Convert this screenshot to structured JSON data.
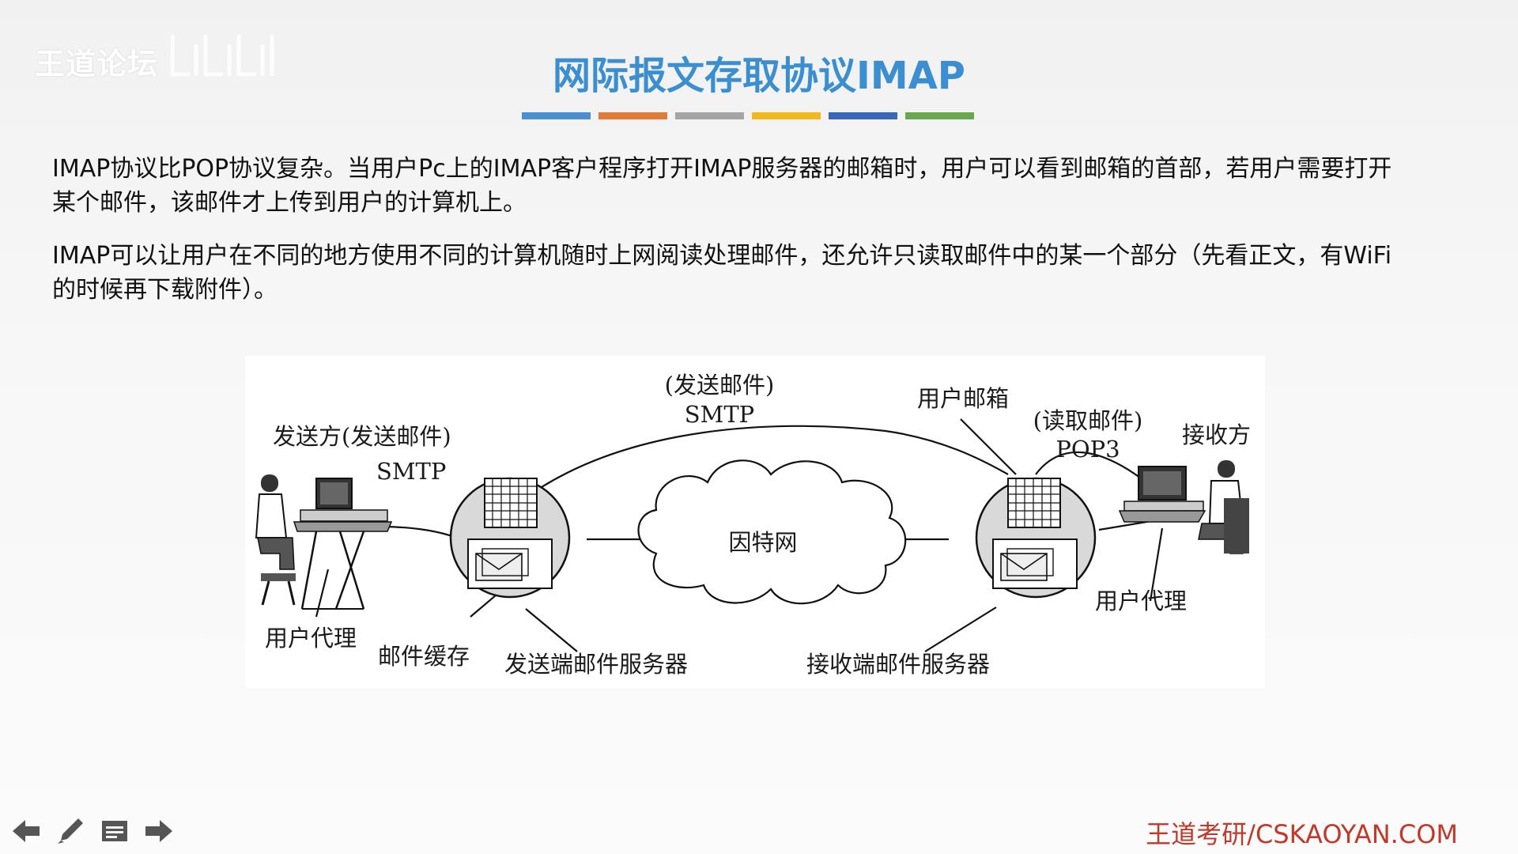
{
  "watermark": "王道论坛",
  "title": "网际报文存取协议IMAP",
  "title_bar_colors": [
    "#4a90d0",
    "#e07b39",
    "#a5a5a5",
    "#f2b91f",
    "#3a67b8",
    "#6aa84f"
  ],
  "paragraphs": [
    "IMAP协议比POP协议复杂。当用户Pc上的IMAP客户程序打开IMAP服务器的邮箱时，用户可以看到邮箱的首部，若用户需要打开某个邮件，该邮件才上传到用户的计算机上。",
    "IMAP可以让用户在不同的地方使用不同的计算机随时上网阅读处理邮件，还允许只读取邮件中的某一个部分（先看正文，有WiFi的时候再下载附件）。"
  ],
  "diagram": {
    "sender": "发送方(发送邮件)",
    "sender_protocol": "SMTP",
    "top_send": "(发送邮件)",
    "top_protocol": "SMTP",
    "mailbox": "用户邮箱",
    "read": "(读取邮件)",
    "read_protocol": "POP3",
    "receiver": "接收方",
    "internet": "因特网",
    "user_agent_left": "用户代理",
    "mail_cache": "邮件缓存",
    "send_server": "发送端邮件服务器",
    "recv_server": "接收端邮件服务器",
    "user_agent_right": "用户代理"
  },
  "nav": {
    "prev_icon": "arrow-left-icon",
    "pen_icon": "pen-icon",
    "menu_icon": "menu-icon",
    "next_icon": "arrow-right-icon"
  },
  "footer": "王道考研/CSKAOYAN.COM"
}
